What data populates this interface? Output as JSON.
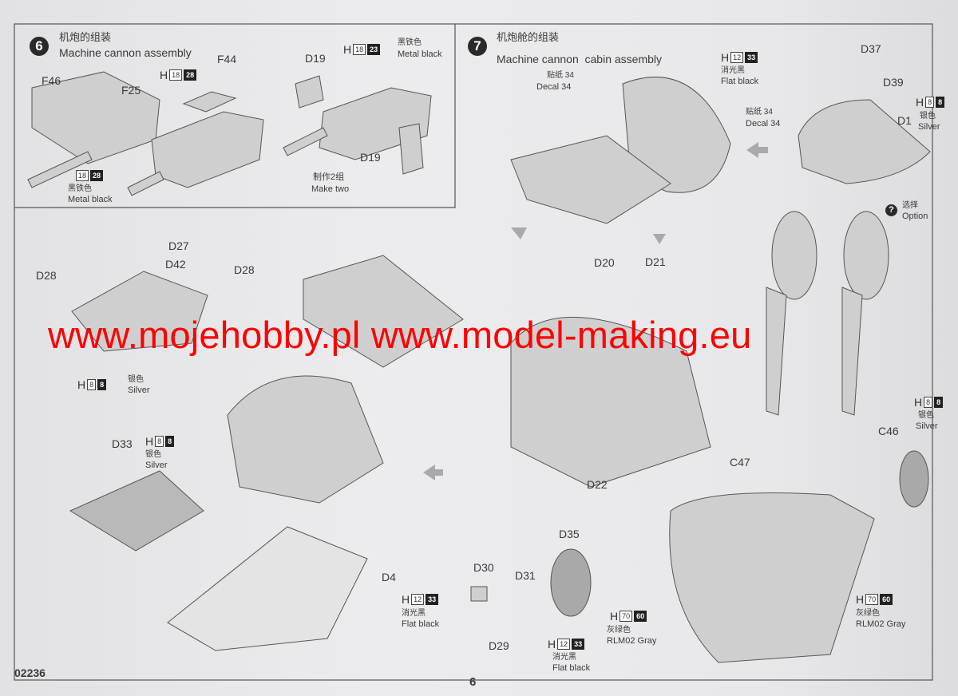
{
  "document": {
    "code": "02236",
    "page_number": "6"
  },
  "watermark": "www.mojehobby.pl www.model-making.eu",
  "step6": {
    "number": "6",
    "title_cn": "机炮的组装",
    "title_en": "Machine cannon assembly",
    "parts": [
      "F46",
      "F25",
      "F44",
      "D19",
      "D19"
    ],
    "note_cn": "制作2组",
    "note_en": "Make two",
    "paint1": {
      "prefix": "H",
      "a": "18",
      "b": "28"
    },
    "paint2": {
      "prefix": "",
      "a": "18",
      "b": "28",
      "cn": "黑铁色",
      "en": "Metal black"
    },
    "paint3": {
      "prefix": "H",
      "a": "18",
      "b": "23",
      "cn": "黑铁色",
      "en": "Metal black"
    }
  },
  "step7": {
    "number": "7",
    "title_cn": "机炮舱的组装",
    "title_en": "Machine cannon  cabin assembly",
    "decal1": {
      "cn": "贴纸 34",
      "en": "Decal 34"
    },
    "decal2": {
      "cn": "贴纸 34",
      "en": "Decal 34"
    },
    "paint_flat": {
      "prefix": "H",
      "a": "12",
      "b": "33",
      "cn": "消光黑",
      "en": "Flat black"
    },
    "paint_silver": {
      "prefix": "H",
      "a": "8",
      "b": "8",
      "cn": "银色",
      "en": "Silver"
    },
    "parts": [
      "D37",
      "D39",
      "D1"
    ],
    "option": {
      "icon": "?",
      "cn": "选择",
      "en": "Option"
    }
  },
  "mid": {
    "parts": [
      "D27",
      "D28",
      "D42",
      "D28",
      "D20",
      "D21",
      "C46",
      "C47",
      "D22"
    ],
    "paint_silver_a": {
      "prefix": "H",
      "a": "8",
      "b": "8",
      "cn": "银色",
      "en": "Silver"
    },
    "paint_silver_b": {
      "prefix": "H",
      "a": "8",
      "b": "8",
      "cn": "银色",
      "en": "Silver"
    }
  },
  "bottom": {
    "parts": [
      "D33",
      "D4",
      "D35",
      "D30",
      "D31",
      "D29"
    ],
    "paint_silver": {
      "prefix": "H",
      "a": "8",
      "b": "8",
      "cn": "银色",
      "en": "Silver"
    },
    "paint_flat1": {
      "prefix": "H",
      "a": "12",
      "b": "33",
      "cn": "消光黑",
      "en": "Flat black"
    },
    "paint_flat2": {
      "prefix": "H",
      "a": "12",
      "b": "33",
      "cn": "消光黑",
      "en": "Flat black"
    },
    "paint_gray1": {
      "prefix": "H",
      "a": "70",
      "b": "60",
      "cn": "灰绿色",
      "en": "RLM02 Gray"
    },
    "paint_gray2": {
      "prefix": "H",
      "a": "70",
      "b": "60",
      "cn": "灰绿色",
      "en": "RLM02 Gray"
    }
  }
}
